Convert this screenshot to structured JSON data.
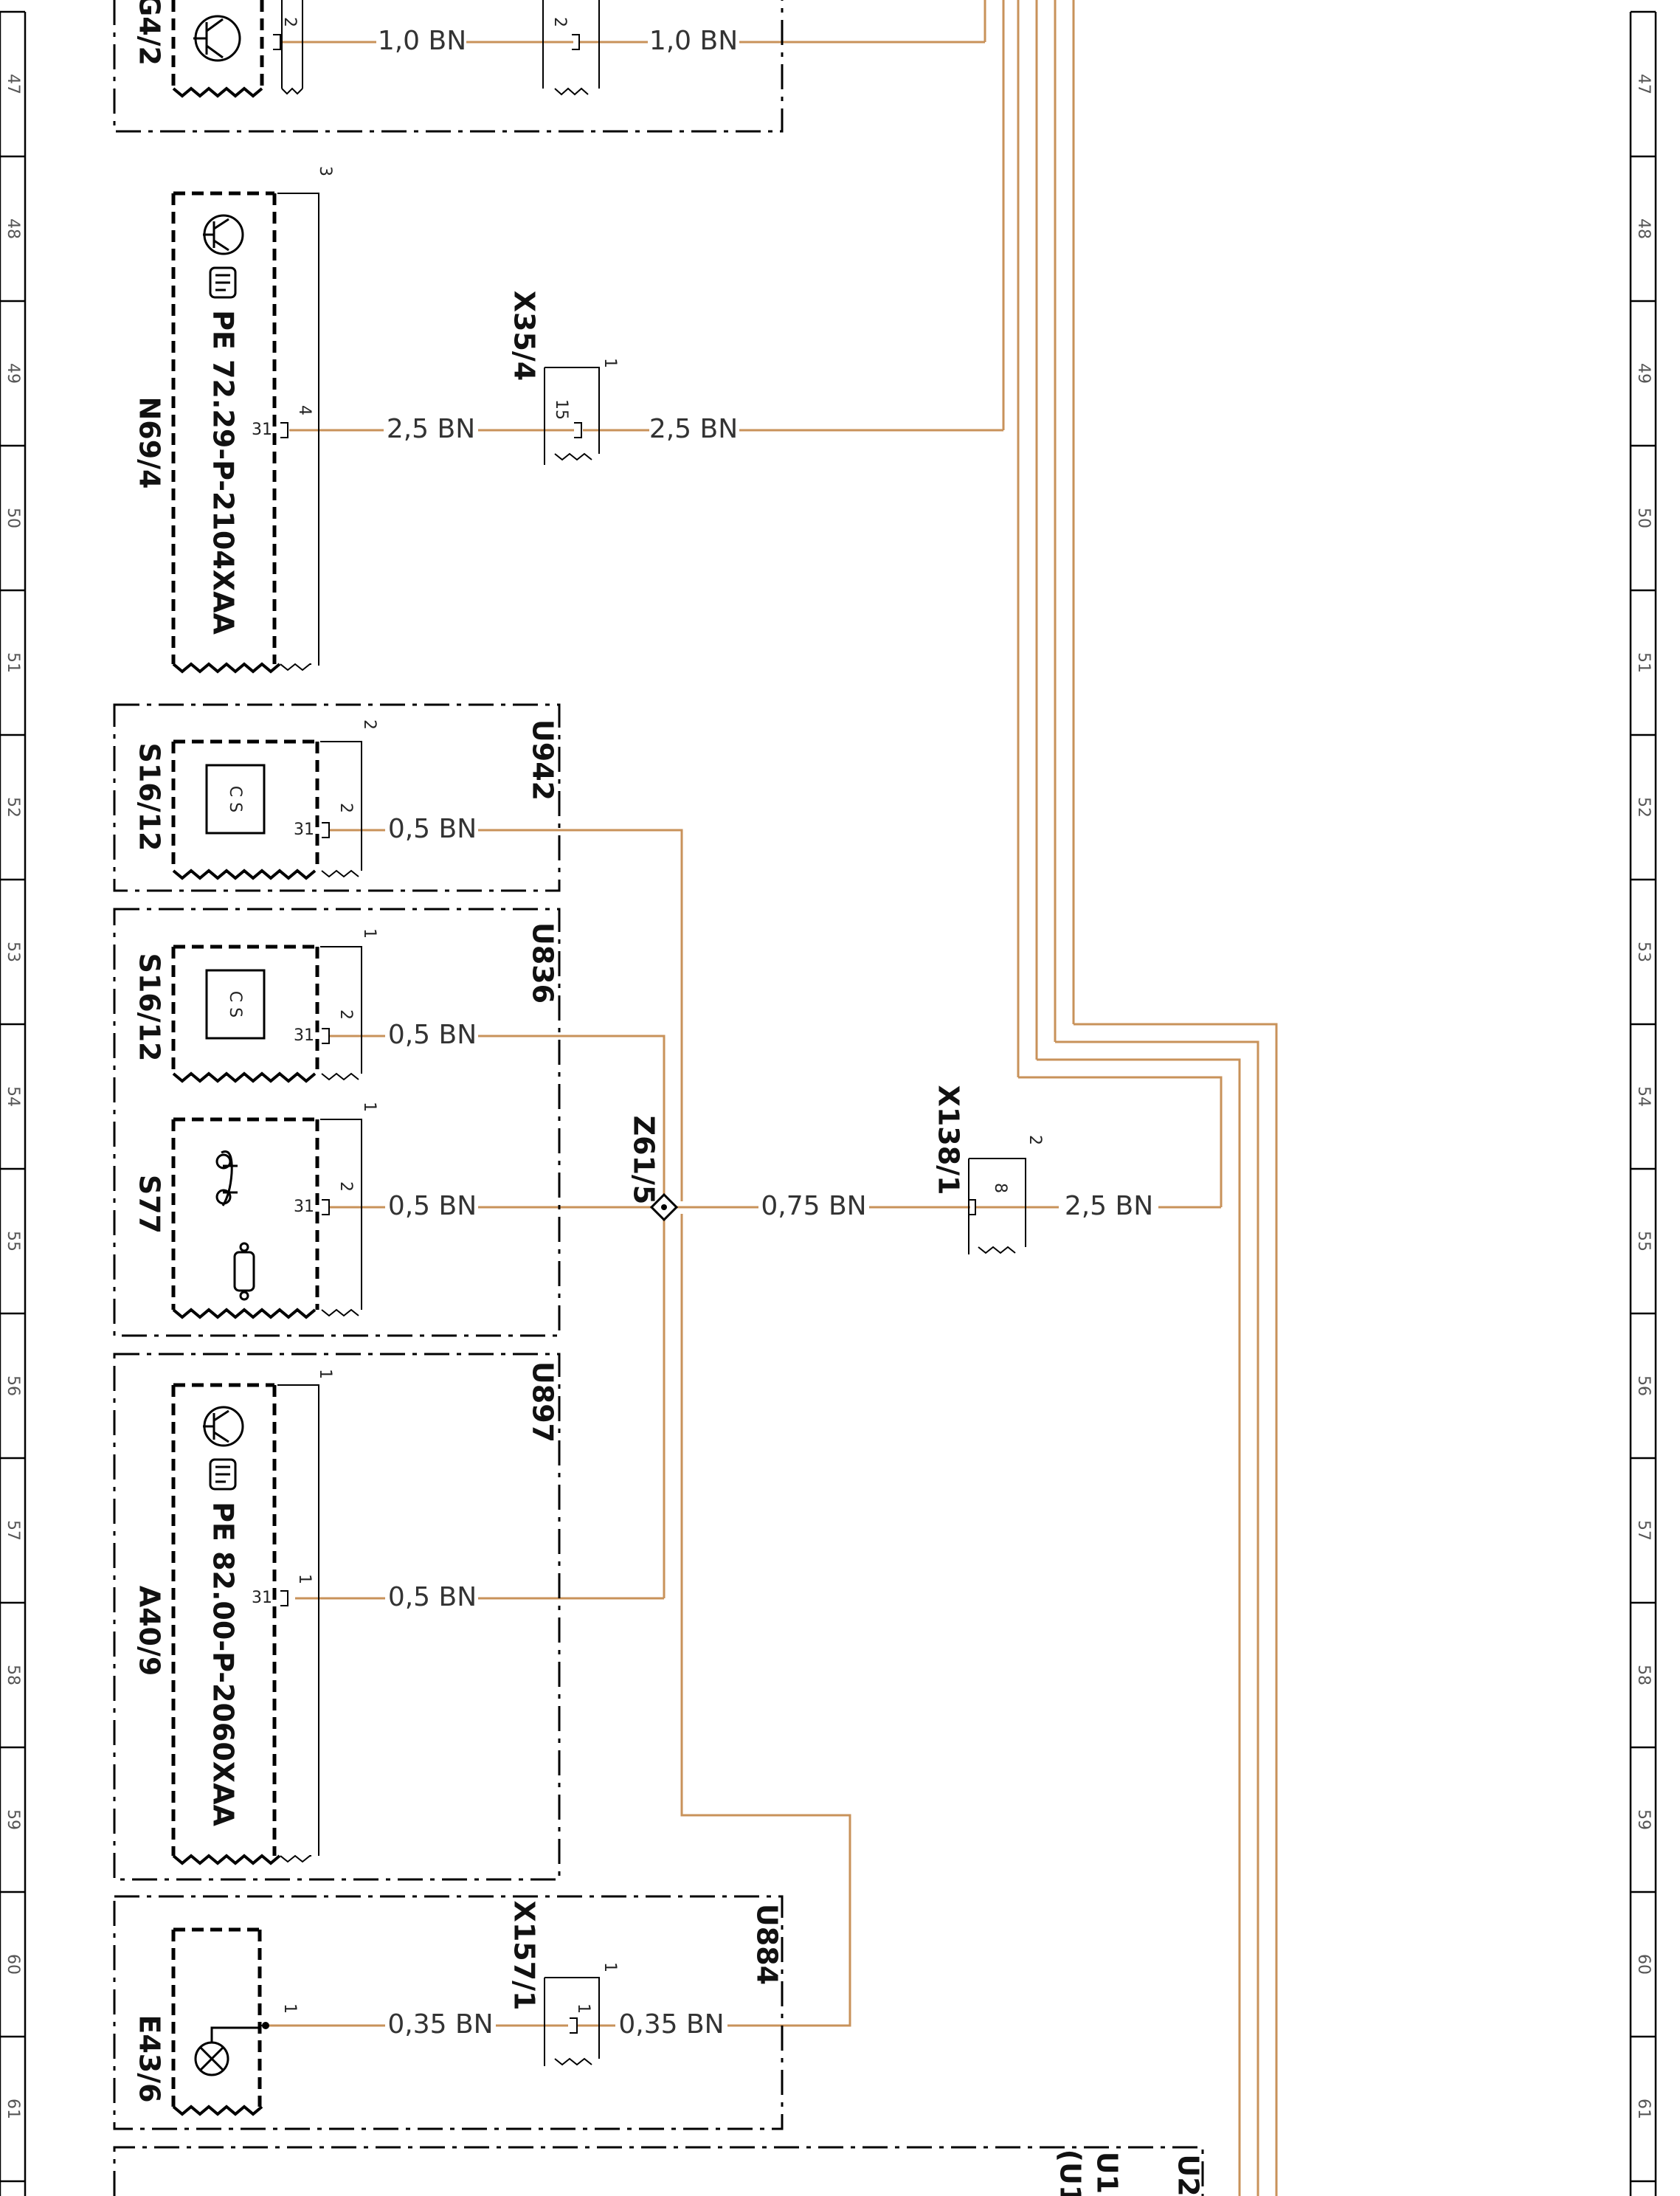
{
  "grid_rows": [
    "47",
    "48",
    "49",
    "50",
    "51",
    "52",
    "53",
    "54",
    "55",
    "56",
    "57",
    "58",
    "59",
    "60",
    "61"
  ],
  "components": {
    "g4_2": "G4/2",
    "n69_4": "N69/4",
    "n69_4_doc": "PE 72.29-P-2104XAA",
    "x35_4": "X35/4",
    "u942": "U942",
    "s16_12_a": "S16/12",
    "u836": "U836",
    "s16_12_b": "S16/12",
    "s77": "S77",
    "z61_5": "Z61/5",
    "x138_1": "X138/1",
    "u897": "U897",
    "a40_9": "A40/9",
    "a40_9_doc": "PE 82.00-P-2060XAA",
    "u884": "U884",
    "x157_1": "X157/1",
    "e43_6": "E43/6",
    "u2": "U2",
    "u1_partial": "U1:",
    "u1_partial_b": "(U1"
  },
  "wires": {
    "w1": "1,0 BN",
    "w2": "1,0 BN",
    "w3": "2,5 BN",
    "w4": "2,5 BN",
    "w5": "0,5 BN",
    "w6": "0,5 BN",
    "w7": "0,5 BN",
    "w8": "0,75 BN",
    "w9": "2,5 BN",
    "w10": "0,5 BN",
    "w11": "0,35 BN",
    "w12": "0,35 BN"
  },
  "pins": {
    "g4_pin": "2",
    "g4_conn": "2",
    "n69_conn": "3",
    "n69_pin": "4",
    "n69_gnd": "31",
    "x35_1": "1",
    "x35_15": "15",
    "s16a_conn": "2",
    "s16a_pin": "2",
    "s16a_gnd": "31",
    "s16b_conn": "1",
    "s16b_pin": "2",
    "s16b_gnd": "31",
    "s77_conn": "1",
    "s77_pin": "2",
    "s77_gnd": "31",
    "x138_2": "2",
    "x138_8": "8",
    "a40_conn": "1",
    "a40_pin": "1",
    "a40_gnd": "31",
    "x157_1a": "1",
    "x157_1b": "1",
    "e43_pin": "1"
  },
  "switch_labels": {
    "cs_a": "C S",
    "cs_b": "C S"
  },
  "colors": {
    "wire": "#c8925a",
    "line": "#000000",
    "grid_text": "#555555"
  }
}
